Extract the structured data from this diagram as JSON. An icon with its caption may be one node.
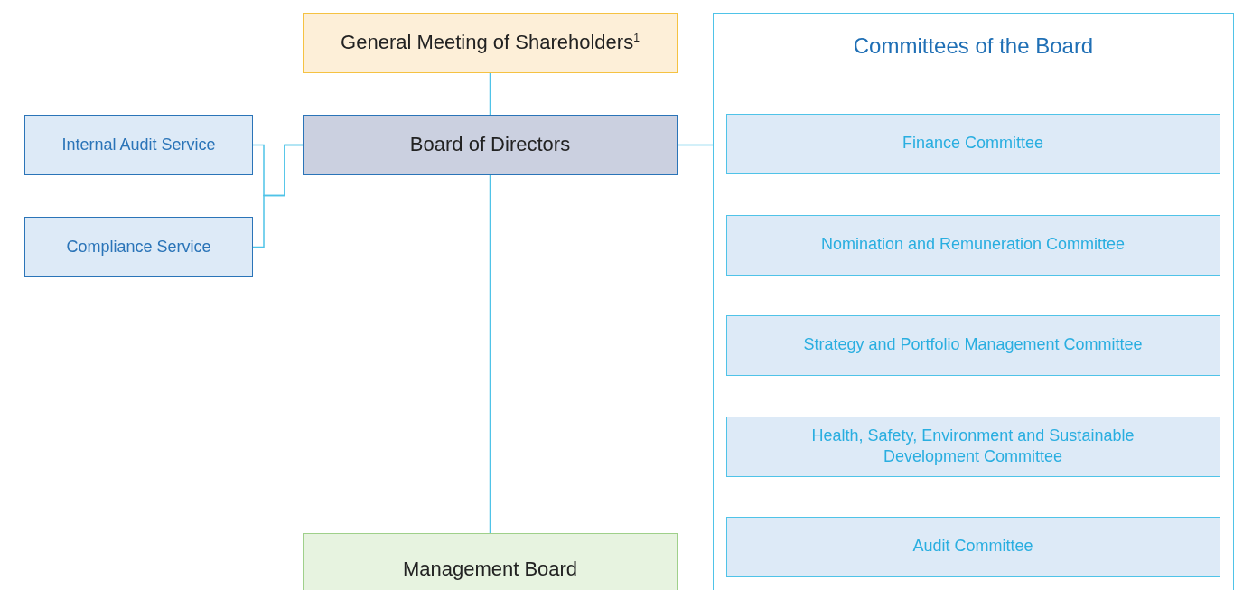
{
  "diagram": {
    "nodes": [
      {
        "text": [
          "General Meeting of Shareholders$^{1}$"
        ]
      },
      {
        "text": [
          "Board of Directors"
        ]
      },
      {
        "text": [
          "Internal Audit Service"
        ]
      },
      {
        "text": [
          "Compliance Service"
        ]
      },
      {
        "text": [
          "Management Board"
        ]
      },
      {
        "text": [
          "Committees of the Board"
        ]
      },
      {
        "text": [
          "Finance Committee"
        ],
        "in": 5
      },
      {
        "text": [
          "Nomination and Remuneration Committee"
        ],
        "in": 5
      },
      {
        "text": [
          "Strategy and Portfolio Management Committee"
        ],
        "in": 5
      },
      {
        "text": [
          "Health, Safety, Environment and Sustainable Development Committee"
        ],
        "in": 5
      },
      {
        "text": [
          "Audit Committee"
        ],
        "in": 5
      }
    ],
    "edges": [
      {
        "from": 0,
        "to": 1,
        "arrow": "none"
      },
      {
        "from": 1,
        "to": 2,
        "arrow": "none"
      },
      {
        "from": 1,
        "to": 3,
        "arrow": "none"
      },
      {
        "from": 1,
        "to": 4,
        "arrow": "none"
      },
      {
        "from": 1,
        "to": 5,
        "arrow": "none"
      }
    ]
  }
}
